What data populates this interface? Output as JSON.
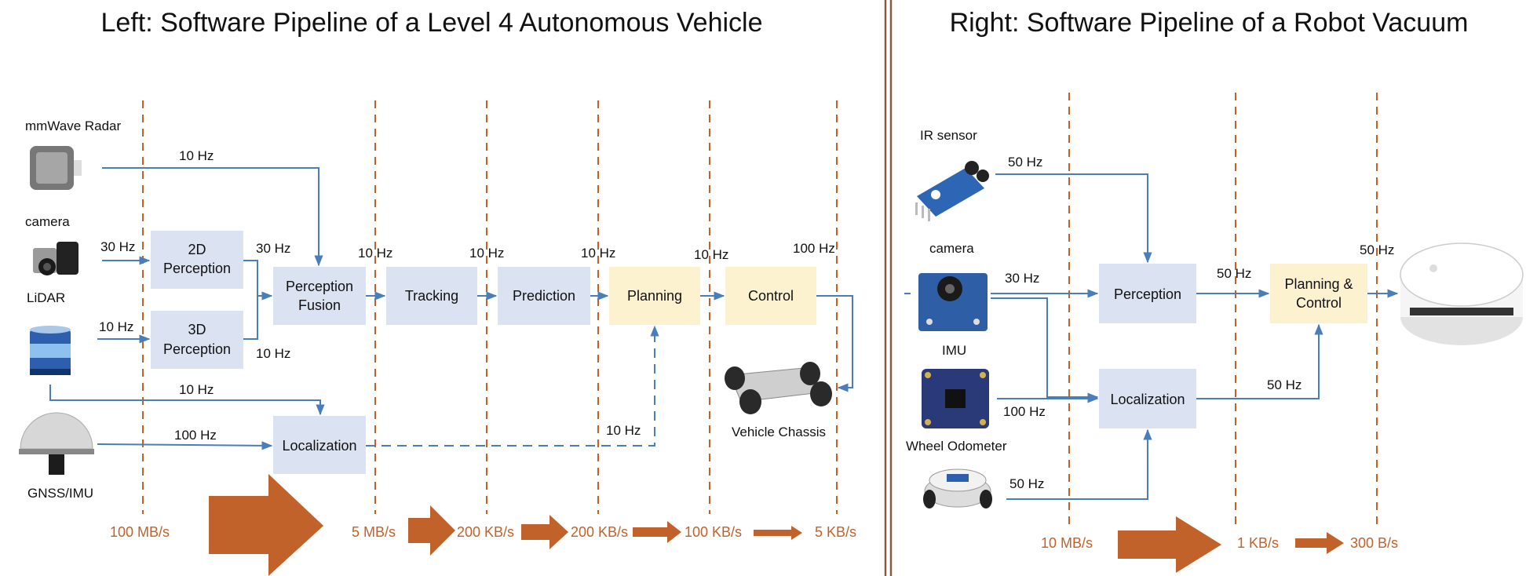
{
  "left": {
    "title": "Left: Software Pipeline of a Level 4 Autonomous Vehicle",
    "sensors": {
      "radar": "mmWave Radar",
      "camera": "camera",
      "lidar": "LiDAR",
      "gnss": "GNSS/IMU"
    },
    "boxes": {
      "perception_2d": [
        "2D",
        "Perception"
      ],
      "perception_3d": [
        "3D",
        "Perception"
      ],
      "fusion": [
        "Perception",
        "Fusion"
      ],
      "tracking": "Tracking",
      "prediction": "Prediction",
      "planning": "Planning",
      "control": "Control",
      "localization": "Localization"
    },
    "chassis": "Vehicle Chassis",
    "freq": {
      "radar": "10 Hz",
      "camera": "30 Hz",
      "lidar": "10 Hz",
      "p2d_out": "30 Hz",
      "p3d_out": "10 Hz",
      "lidar_loc": "10 Hz",
      "gnss": "100 Hz",
      "fusion_out": "10 Hz",
      "tracking_out": "10 Hz",
      "prediction_out": "10 Hz",
      "planning_out": "10 Hz",
      "control_out": "100 Hz",
      "loc_plan": "10 Hz"
    },
    "rates": [
      "100 MB/s",
      "5 MB/s",
      "200 KB/s",
      "200 KB/s",
      "100 KB/s",
      "5 KB/s"
    ]
  },
  "right": {
    "title": "Right: Software Pipeline of a Robot Vacuum",
    "sensors": {
      "ir": "IR sensor",
      "camera": "camera",
      "imu": "IMU",
      "odometer": "Wheel Odometer"
    },
    "boxes": {
      "perception": "Perception",
      "localization": "Localization",
      "planning": [
        "Planning &",
        "Control"
      ]
    },
    "freq": {
      "ir": "50 Hz",
      "camera": "30 Hz",
      "imu": "100 Hz",
      "odometer": "50 Hz",
      "perception_out": "50 Hz",
      "localization_out": "50 Hz",
      "planning_out": "50 Hz"
    },
    "rates": [
      "10 MB/s",
      "1 KB/s",
      "300 B/s"
    ]
  },
  "colors": {
    "flow": "#4a7ebb",
    "stage": "#c0622a",
    "process_box": "#dbe3f2",
    "planning_box": "#fdf2cf",
    "divider": "#8a5a3c"
  }
}
